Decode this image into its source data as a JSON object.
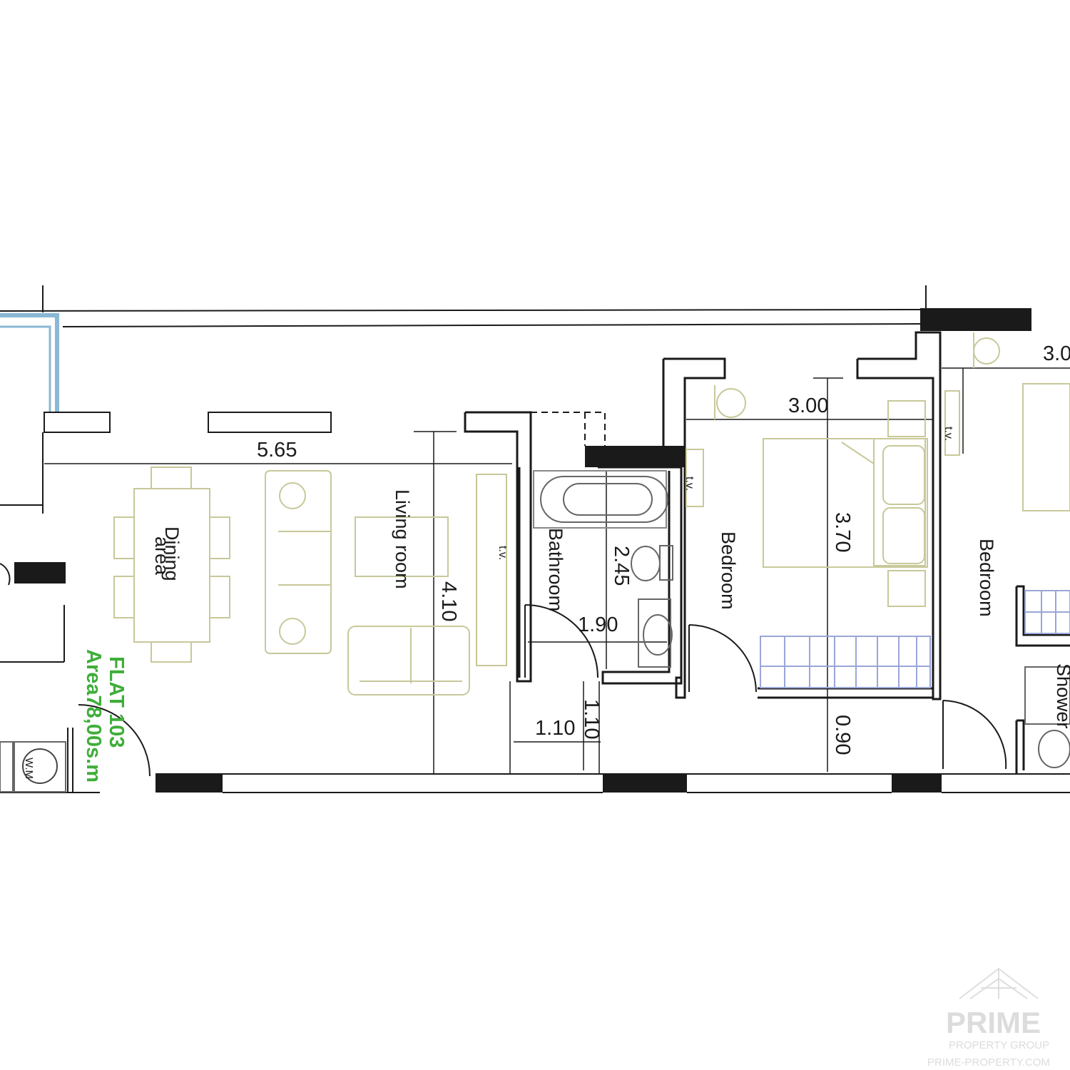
{
  "plan": {
    "rooms": {
      "dining": "Dining\narea",
      "living": "Living room",
      "bathroom": "Bathroom",
      "bedroom_1": "Bedroom",
      "bedroom_2": "Bedroom",
      "shower": "Shower"
    },
    "dimensions": {
      "living_width": "5.65",
      "living_depth": "4.10",
      "bedroom_1_width": "3.00",
      "bedroom_1_depth": "3.70",
      "bedroom_2_width": "3.0",
      "bath_depth": "2.45",
      "bath_width": "1.90",
      "corridor_width": "1.10",
      "corridor_depth": "1.10",
      "bedroom_gap": "0.90"
    },
    "tv_label": "t.v.",
    "flat_name": "FLAT 103",
    "flat_area": "Area78,00s.m",
    "wm_label": "W.M"
  },
  "watermark": {
    "brand": "PRIME",
    "tagline": "PROPERTY GROUP",
    "site": "PRIME-PROPERTY.COM"
  },
  "colors": {
    "wall": "#1a1a1a",
    "furniture": "#c8c89a",
    "window_frame": "#8ab8d6",
    "flat_label": "#3fae3a",
    "wardrobe": "#9aa6d8"
  }
}
